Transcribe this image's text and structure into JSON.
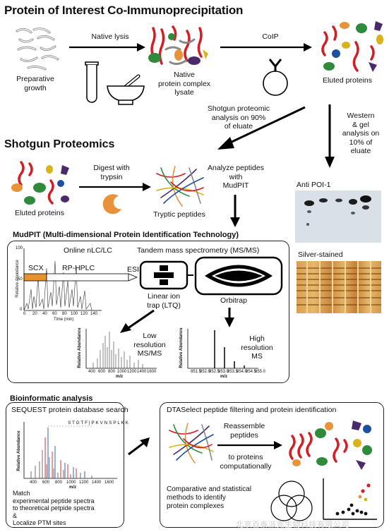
{
  "titles": {
    "coip": "Protein of Interest Co-Immunoprecipitation",
    "shotgun": "Shotgun Proteomics",
    "mudpit": "MudPIT (Multi-dimensional Protein Identification Technology)",
    "bioinfo": "Bioinformatic analysis"
  },
  "coip": {
    "preparative": "Preparative\ngrowth",
    "native_lysis": "Native lysis",
    "native_complex": "Native\nprotein complex\nlysate",
    "coip_label": "CoIP",
    "eluted": "Eluted proteins",
    "shotgun_analysis": "Shotgun proteomic\nanalysis on 90%\nof eluate",
    "western": "Western\n& gel\nanalysis on\n10% of\neluate"
  },
  "shotgun": {
    "eluted": "Eluted proteins",
    "digest": "Digest with\ntrypsin",
    "tryptic": "Tryptic peptides",
    "analyze": "Analyze peptides\nwith\nMudPIT"
  },
  "gels": {
    "anti": "Anti POI-1",
    "silver": "Silver-stained"
  },
  "mudpit": {
    "online": "Online nLC/LC",
    "scx": "SCX",
    "rphplc": "RP-HPLC",
    "esi": "ESI",
    "tandem": "Tandem mass spectrometry (MS/MS)",
    "ltq": "Linear ion\ntrap (LTQ)",
    "orbitrap": "Orbitrap",
    "low_res": "Low\nresolution\nMS/MS",
    "high_res": "High\nresolution\nMS",
    "ylabel": "Relative Abundance",
    "xlabel_time": "Time (min)",
    "xlabel_mz": "m/z",
    "chrom_ticks_x": [
      "0",
      "20",
      "40",
      "60",
      "80",
      "100",
      "120",
      "140"
    ],
    "chrom_ticks_y": [
      "100",
      "50",
      "0"
    ],
    "low_ticks_x": [
      "400",
      "600",
      "800",
      "1000",
      "1200",
      "1400",
      "1600"
    ],
    "high_ticks_x": [
      "851.5",
      "852.0",
      "852.5",
      "853.0",
      "853.5",
      "854.0",
      "854.5",
      "855.0"
    ]
  },
  "bioinfo": {
    "sequest": "SEQUEST protein database search",
    "dtaselect": "DTASelect peptide filtering and protein identification",
    "reassemble": "Reassemble\npeptides",
    "to_proteins": "to proteins\ncomputationally",
    "match": "Match\nexperimental peptide spectra\nto theoretical petpide spectra\n&\nLocalize PTM sites",
    "comparative": "Comparative and statistical\nmethods to identify\nprotein complexes",
    "sequence": "S T G T F | P K V N S P L K K",
    "ylabel": "Relative Abundance",
    "xlabel": "m/z",
    "ticks_x": [
      "400",
      "600",
      "800",
      "1000",
      "1200",
      "1400",
      "1600"
    ]
  },
  "watermark": "北京百泰派克生物科技有限公司",
  "colors": {
    "red": "#d21f26",
    "green": "#2f8a3c",
    "orange": "#e8923a",
    "purple": "#4b2a6b",
    "blue": "#1f4fa0",
    "yellow": "#d9b21c",
    "scx_orange": "#e8912f"
  }
}
